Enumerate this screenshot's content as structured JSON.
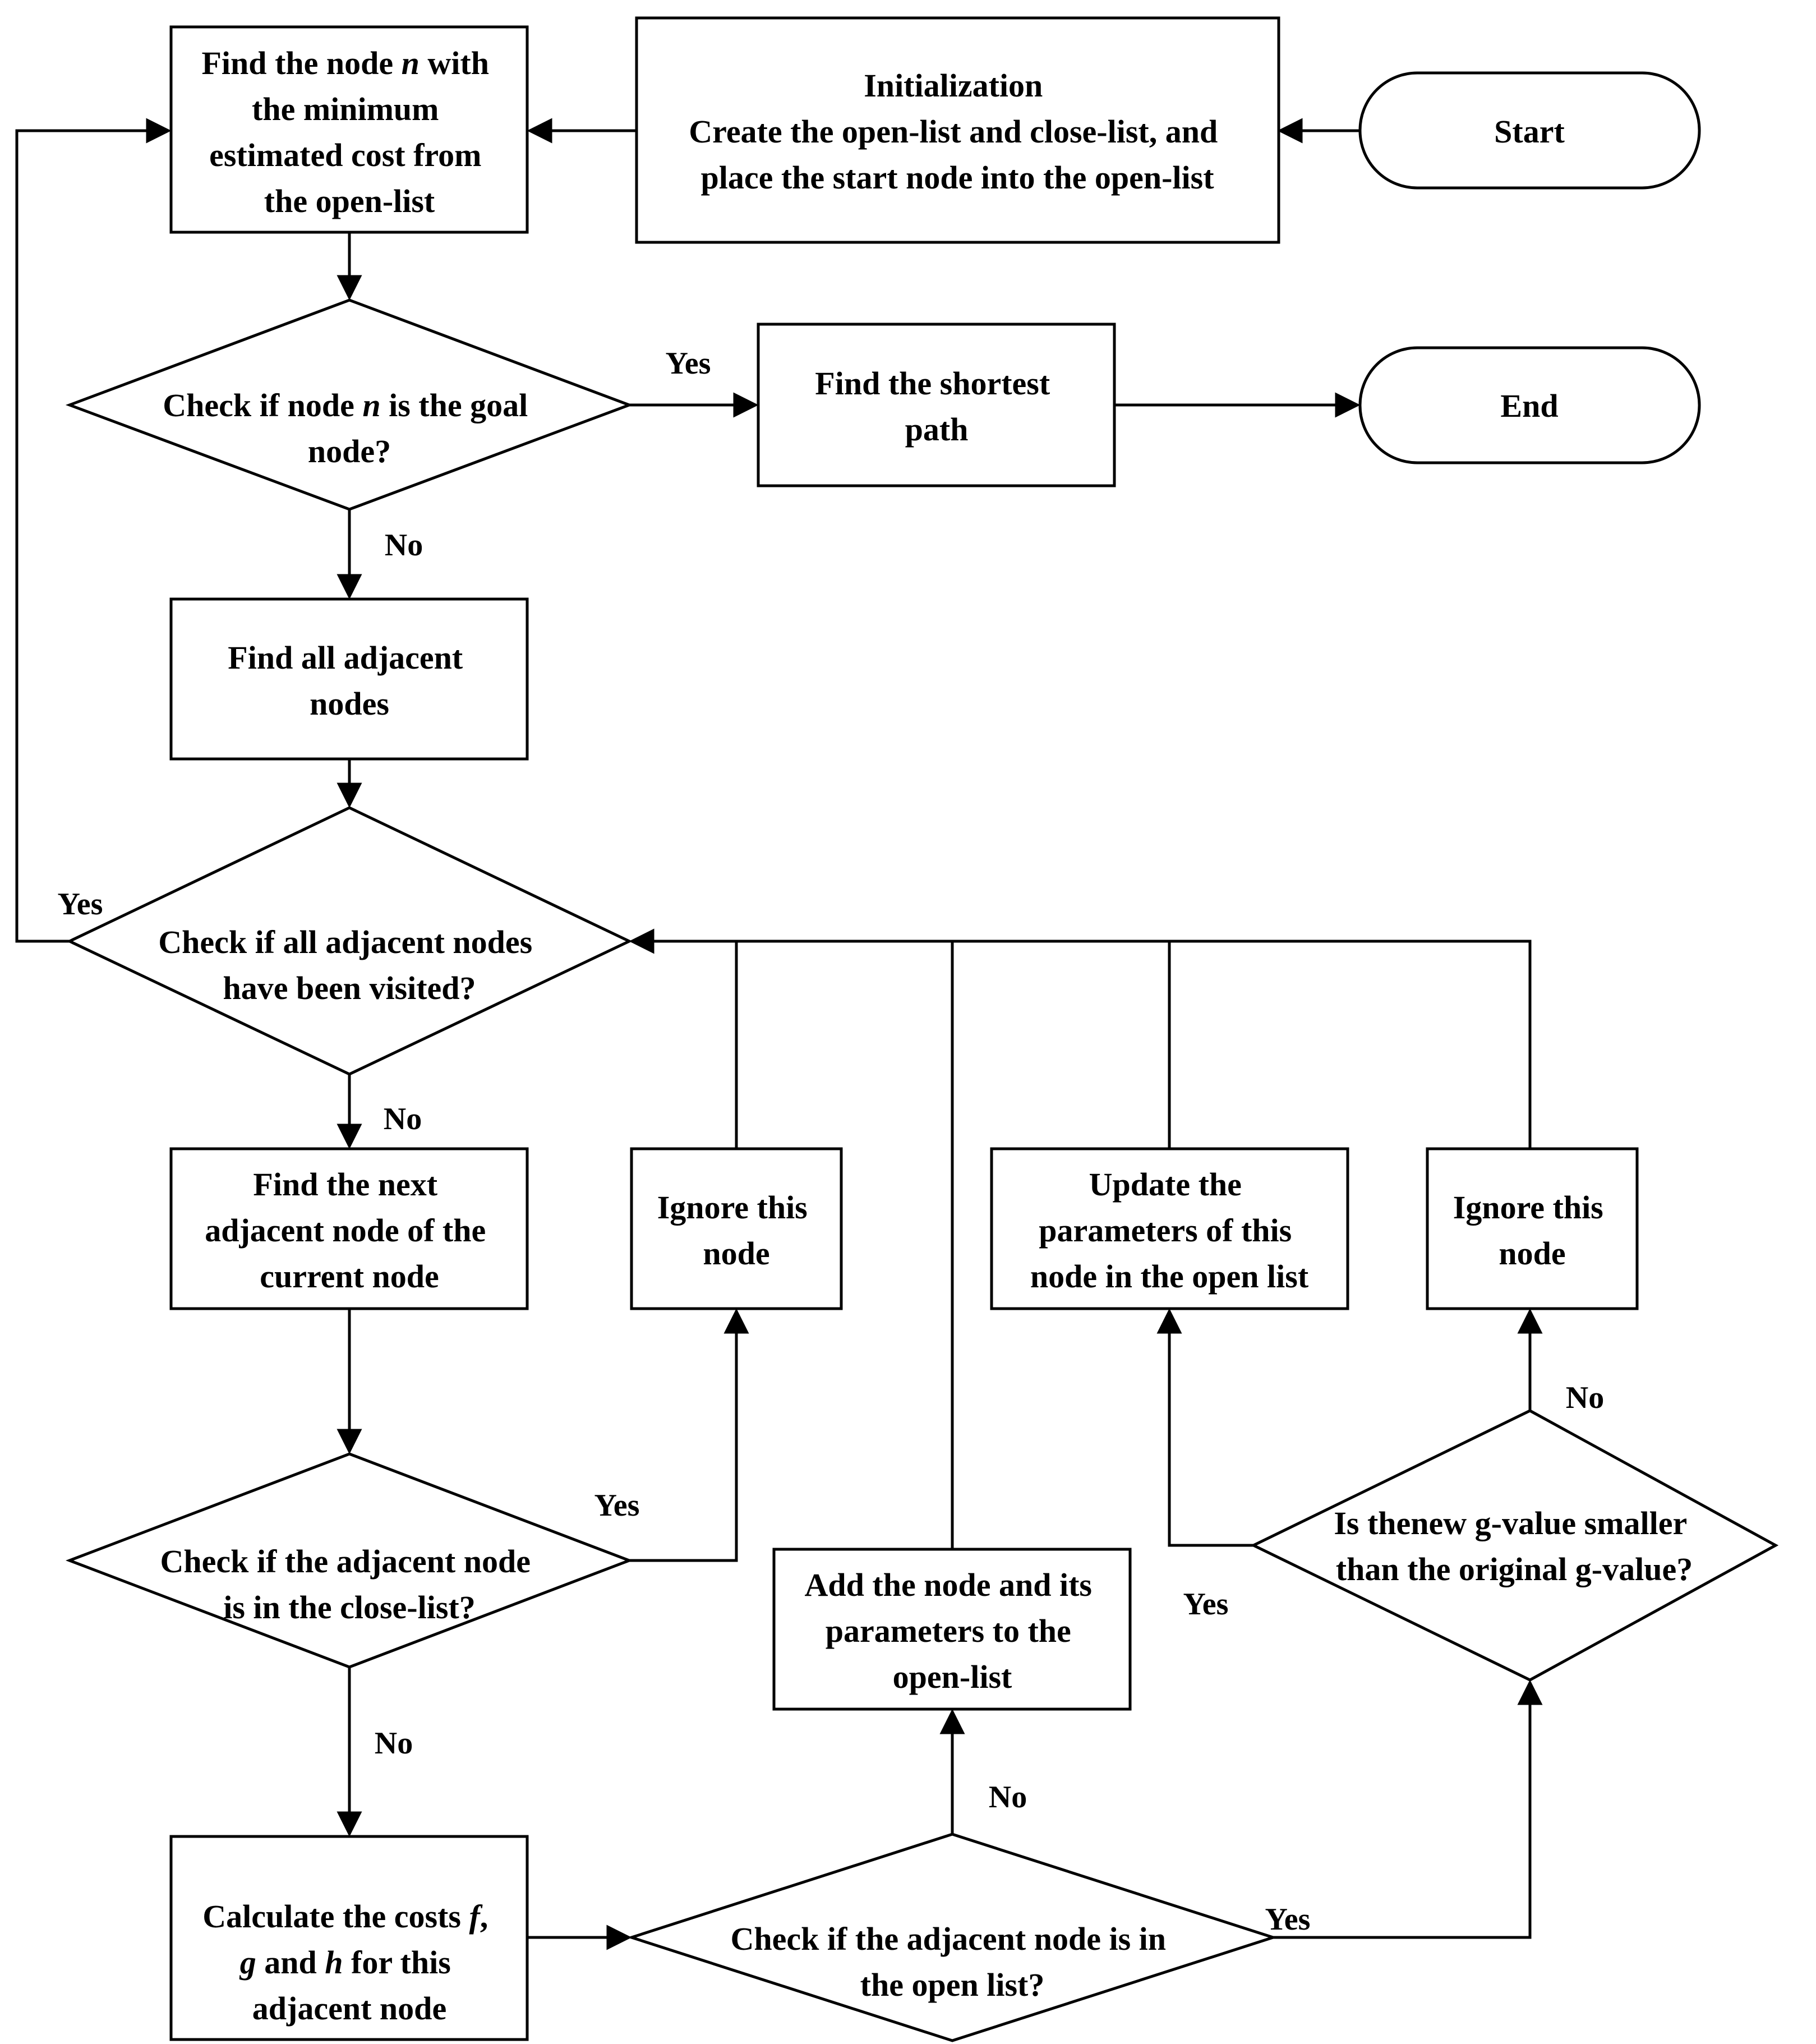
{
  "nodes": {
    "start": {
      "lines": [
        "Start"
      ]
    },
    "init": {
      "lines": [
        "Initialization",
        "Create the open-list and close-list, and",
        "place the start node into the open-list"
      ]
    },
    "find_min": {
      "lines": [
        "Find the node n with",
        "the minimum",
        "estimated cost from",
        "the open-list"
      ]
    },
    "check_goal": {
      "lines": [
        "Check if node n is the goal",
        "node?"
      ]
    },
    "shortest_path": {
      "lines": [
        "Find the shortest",
        "path"
      ]
    },
    "end": {
      "lines": [
        "End"
      ]
    },
    "find_adjacent": {
      "lines": [
        "Find all adjacent",
        "nodes"
      ]
    },
    "check_visited": {
      "lines": [
        "Check if all adjacent nodes",
        "have been visited?"
      ]
    },
    "next_adjacent": {
      "lines": [
        "Find the next",
        "adjacent node of the",
        "current node"
      ]
    },
    "ignore1": {
      "lines": [
        "Ignore this",
        "node"
      ]
    },
    "update_params": {
      "lines": [
        "Update the",
        "parameters of this",
        "node in the open list"
      ]
    },
    "ignore2": {
      "lines": [
        "Ignore this",
        "node"
      ]
    },
    "check_close": {
      "lines": [
        "Check if the adjacent node",
        "is in the close-list?"
      ]
    },
    "add_open": {
      "lines": [
        "Add the node and its",
        "parameters to the",
        "open-list"
      ]
    },
    "check_g": {
      "lines": [
        "Is thenew g-value smaller",
        "than the original g-value?"
      ]
    },
    "calc_costs": {
      "lines": [
        "Calculate the costs f,",
        "g and h for this",
        "adjacent node"
      ]
    },
    "check_open": {
      "lines": [
        "Check if the adjacent node is in",
        "the open list?"
      ]
    }
  },
  "edge_labels": {
    "goal_yes": "Yes",
    "goal_no": "No",
    "visited_yes": "Yes",
    "visited_no": "No",
    "close_yes": "Yes",
    "close_no": "No",
    "open_no": "No",
    "open_yes": "Yes",
    "g_yes": "Yes",
    "g_no": "No"
  }
}
